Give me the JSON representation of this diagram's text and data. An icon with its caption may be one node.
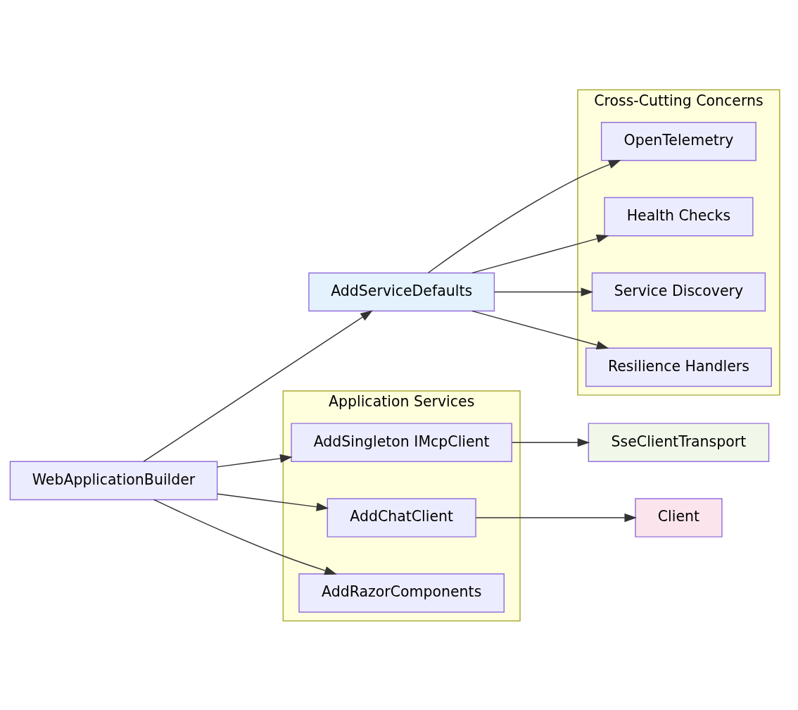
{
  "diagram": {
    "nodes": [
      {
        "text": [
          "Cross-Cutting Concerns"
        ]
      },
      {
        "text": [
          "OpenTelemetry"
        ],
        "in": 0
      },
      {
        "text": [
          "Health Checks"
        ],
        "in": 0
      },
      {
        "text": [
          "Service Discovery"
        ],
        "in": 0
      },
      {
        "text": [
          "Resilience Handlers"
        ],
        "in": 0
      },
      {
        "text": [
          "AddServiceDefaults"
        ]
      },
      {
        "text": [
          "Application Services"
        ]
      },
      {
        "text": [
          "AddSingleton IMcpClient"
        ],
        "in": 6
      },
      {
        "text": [
          "AddChatClient"
        ],
        "in": 6
      },
      {
        "text": [
          "AddRazorComponents"
        ],
        "in": 6
      },
      {
        "text": [
          "WebApplicationBuilder"
        ]
      },
      {
        "text": [
          "SseClientTransport"
        ]
      },
      {
        "text": [
          "Client"
        ]
      }
    ],
    "edges": [
      {
        "from": 10,
        "to": 5,
        "arrow": "to"
      },
      {
        "from": 10,
        "to": 7,
        "arrow": "to"
      },
      {
        "from": 10,
        "to": 8,
        "arrow": "to"
      },
      {
        "from": 10,
        "to": 9,
        "arrow": "to"
      },
      {
        "from": 5,
        "to": 1,
        "arrow": "to"
      },
      {
        "from": 5,
        "to": 2,
        "arrow": "to"
      },
      {
        "from": 5,
        "to": 3,
        "arrow": "to"
      },
      {
        "from": 5,
        "to": 4,
        "arrow": "to"
      },
      {
        "from": 7,
        "to": 11,
        "arrow": "to"
      },
      {
        "from": 8,
        "to": 12,
        "arrow": "to"
      }
    ]
  }
}
